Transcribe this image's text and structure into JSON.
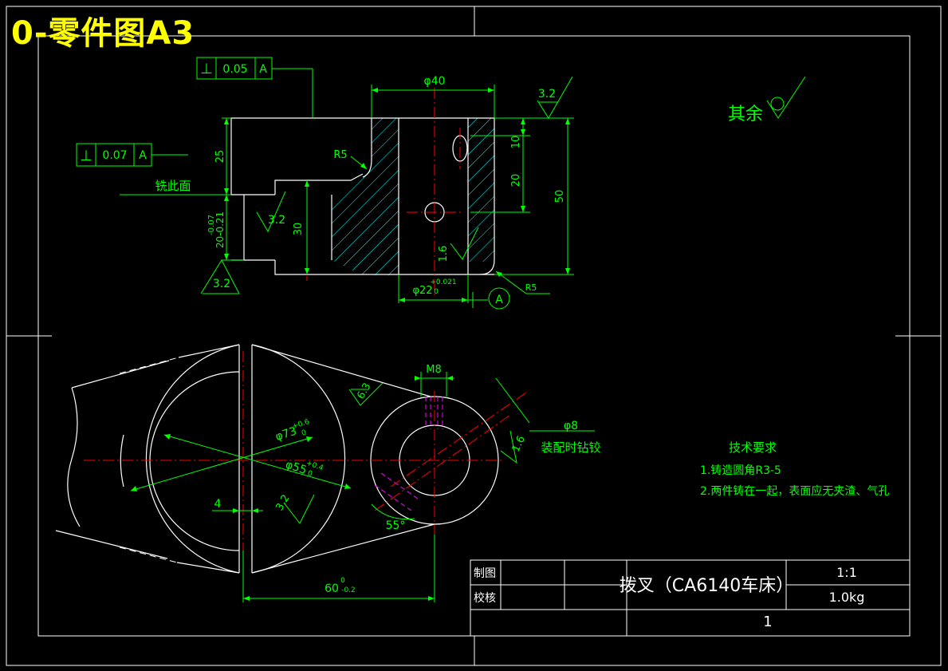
{
  "sheet_title": "0-零件图A3",
  "colors": {
    "background": "#000000",
    "frame": "#ffffff",
    "dimension": "#00ff00",
    "centerline": "#ff0000",
    "hatch": "#00ffff",
    "hidden": "#ff00ff",
    "title": "#ffff00"
  },
  "front_view": {
    "tolerance_top": {
      "symbol": "⊥",
      "value": "0.05",
      "datum": "A"
    },
    "tolerance_left": {
      "symbol": "⊥",
      "value": "0.07",
      "datum": "A"
    },
    "dim_top_diameter": "φ40",
    "roughness_top": "3.2",
    "dim_height_25": "25",
    "radius_upper": "R5",
    "mill_note": "铣此面",
    "dim_10": "10",
    "dim_20": "20",
    "dim_50": "50",
    "dim_20_tol": "20-0.21",
    "dim_20_tol_upper": "-0.07",
    "roughness_inner": "3.2",
    "dim_30": "30",
    "roughness_bore": "1.6",
    "roughness_bottom_left": "3.2",
    "dim_bore": "φ22",
    "dim_bore_tol": "+0.021",
    "dim_bore_tol_low": "0",
    "datum_label": "A",
    "radius_lower": "R5"
  },
  "top_view": {
    "dim_m8": "M8",
    "roughness_63": "6.3",
    "dim_73": "φ73",
    "dim_73_tol": "+0.6",
    "dim_73_tol_low": "0",
    "dim_55": "φ55",
    "dim_55_tol": "+0.4",
    "dim_55_tol_low": "0",
    "dim_4": "4",
    "roughness_32": "3.2",
    "angle_55": "55°",
    "dim_60": "60",
    "dim_60_tol_up": "0",
    "dim_60_tol_low": "-0.2",
    "pin_diameter": "φ8",
    "pin_note": "装配时钻铰",
    "roughness_16": "1.6"
  },
  "other_roughness": {
    "label": "其余"
  },
  "tech_requirements": {
    "heading": "技术要求",
    "items": [
      "1.铸造圆角R3-5",
      "2.两件铸在一起，表面应无夹渣、气孔"
    ]
  },
  "title_block": {
    "drawn_label": "制图",
    "checked_label": "校核",
    "part_name": "拨叉（CA6140车床）",
    "scale": "1:1",
    "weight": "1.0kg",
    "sheet_no": "1"
  }
}
